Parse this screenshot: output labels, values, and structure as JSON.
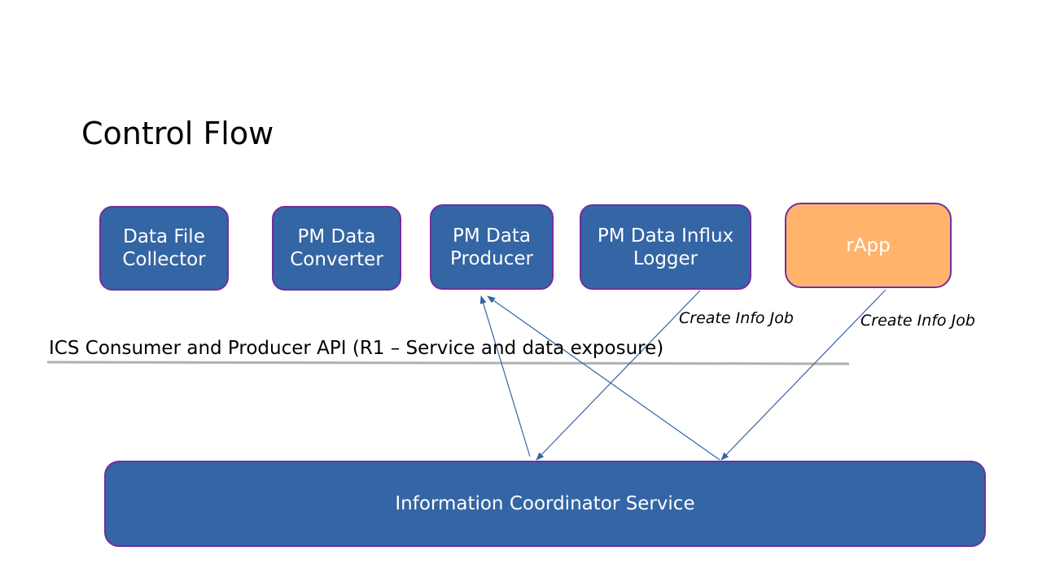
{
  "title": "Control Flow",
  "nodes": {
    "data_file_collector": "Data File\nCollector",
    "pm_data_converter": "PM Data\nConverter",
    "pm_data_producer": "PM Data\nProducer",
    "pm_data_influx_logger": "PM Data Influx\nLogger",
    "rapp": "rApp",
    "ics": "Information Coordinator Service"
  },
  "api_layer_label": "ICS Consumer and Producer API (R1 – Service and data exposure)",
  "edge_labels": {
    "logger_create_info_job": "Create Info Job",
    "rapp_create_info_job": "Create Info Job"
  },
  "colors": {
    "node_fill": "#3465a4",
    "node_border": "#7030a0",
    "accent_fill": "#ffb36b",
    "arrow": "#3465a4",
    "api_line": "#b0b0b0"
  }
}
